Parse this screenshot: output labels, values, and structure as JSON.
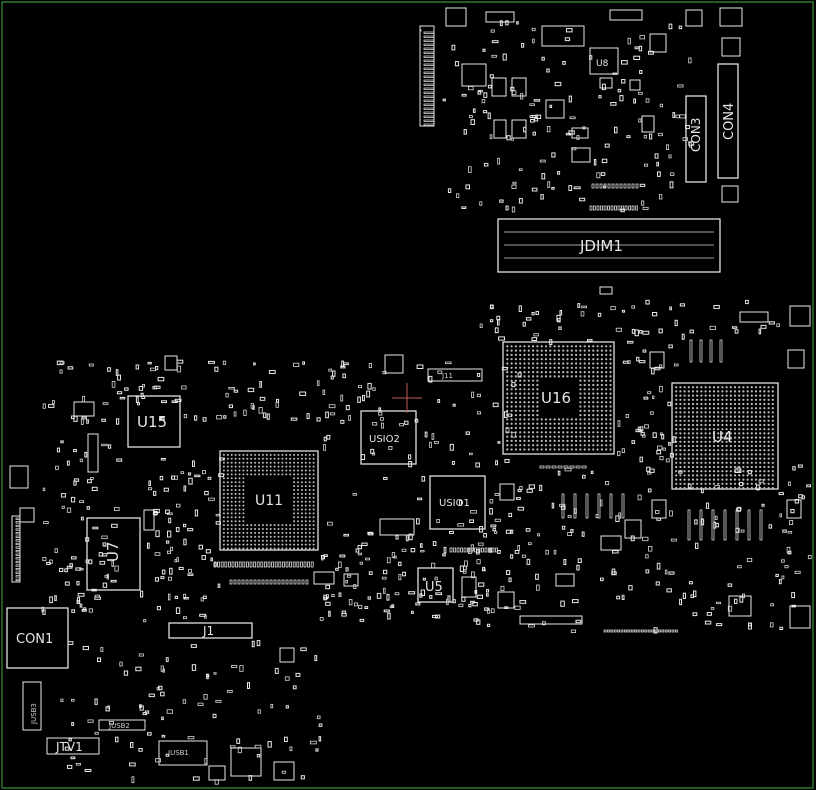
{
  "board": {
    "border_color": "#2f7a2f",
    "part_color": "#e8e8e8",
    "marker_color": "#c05a5a"
  },
  "labels": {
    "u15": "U15",
    "u7": "U7",
    "con1": "CON1",
    "j1": "J1",
    "jtv1": "JTV1",
    "jusb1": "JUSB1",
    "jusb2": "JUSB2",
    "jusb3": "JUSB3",
    "usio2": "USIO2",
    "usio1": "USIO1",
    "u5": "U5",
    "u16": "U16",
    "u4": "U4",
    "u11": "U11",
    "jdim1": "JDIM1",
    "con3": "CON3",
    "con4": "CON4",
    "u8": "U8",
    "j11": "J11"
  }
}
